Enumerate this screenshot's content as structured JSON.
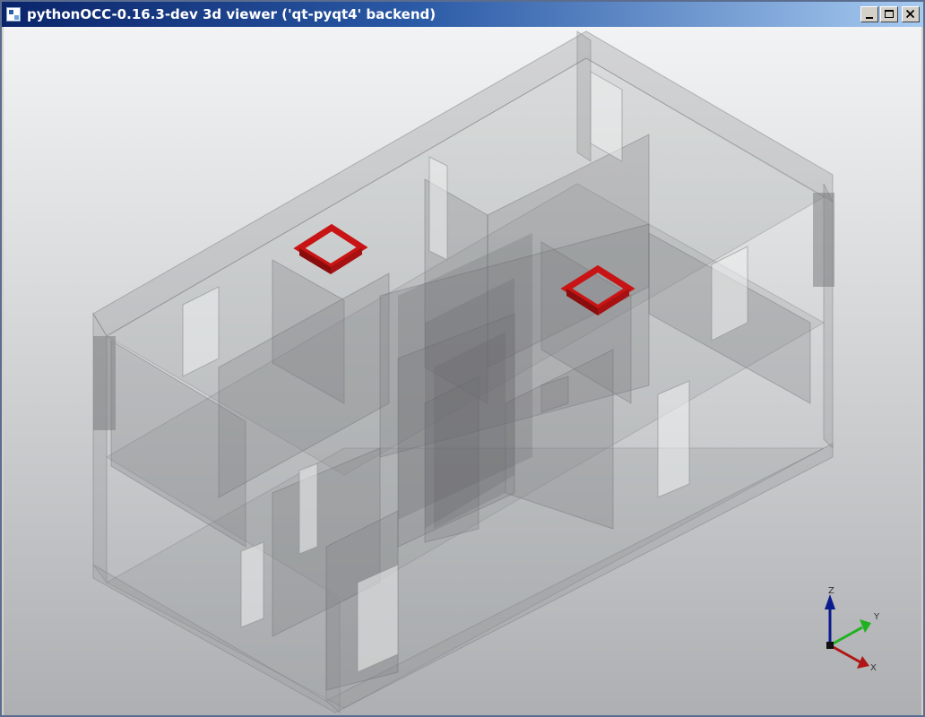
{
  "window": {
    "title": "pythonOCC-0.16.3-dev 3d viewer ('qt-pyqt4' backend)",
    "controls": [
      "minimize",
      "maximize",
      "close"
    ]
  },
  "viewer": {
    "background": [
      "#f2f3f4",
      "#adafb2"
    ],
    "model": {
      "description_icons": [
        "house-model",
        "skylight"
      ],
      "highlight_color": "#c81414"
    },
    "triad": {
      "z_label": "Z",
      "y_label": "Y",
      "x_label": "X",
      "colors": {
        "z": "#0b1a8c",
        "y": "#1fb21f",
        "x": "#b01515"
      }
    }
  }
}
